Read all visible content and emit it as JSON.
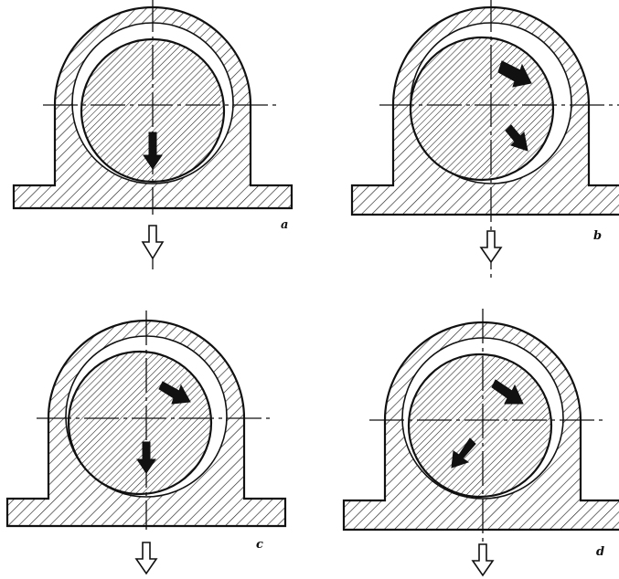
{
  "panels": [
    {
      "label": "a",
      "arrows": [
        "down"
      ]
    },
    {
      "label": "b",
      "arrows": [
        "upper-right",
        "lower-right"
      ]
    },
    {
      "label": "c",
      "arrows": [
        "upper-right",
        "down"
      ]
    },
    {
      "label": "d",
      "arrows": [
        "upper-right",
        "down-left"
      ]
    }
  ]
}
